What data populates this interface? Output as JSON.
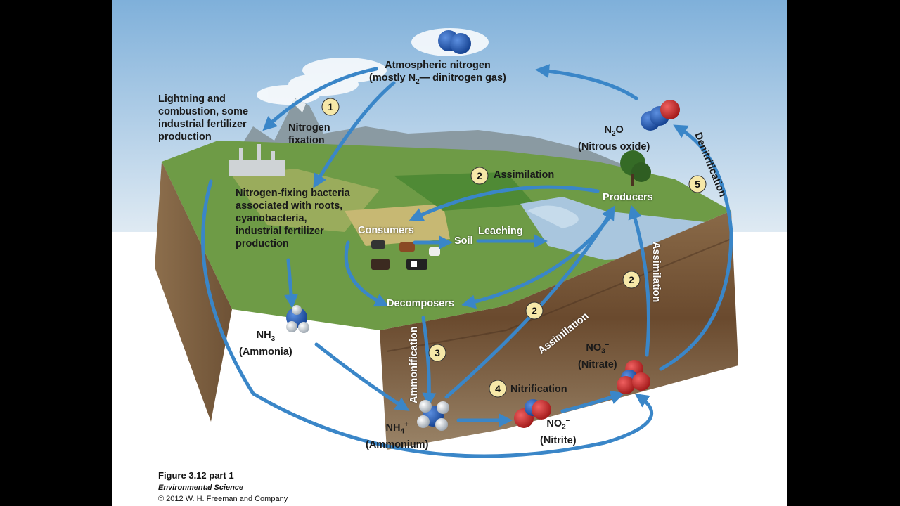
{
  "labels": {
    "atmospheric_line1": "Atmospheric nitrogen",
    "atmospheric_line2_pre": "(mostly N",
    "atmospheric_line2_sub": "2",
    "atmospheric_line2_post": "— dinitrogen gas)",
    "lightning": [
      "Lightning and",
      "combustion, some",
      "industrial fertilizer",
      "production"
    ],
    "nitrogen_fixation": [
      "Nitrogen",
      "fixation"
    ],
    "fixing_bacteria": [
      "Nitrogen-fixing bacteria",
      "associated with roots,",
      "cyanobacteria,",
      "industrial fertilizer",
      "production"
    ],
    "n2o_formula": "N",
    "n2o_sub": "2",
    "n2o_tail": "O",
    "n2o_name": "(Nitrous oxide)",
    "denitrification": "Denitrification",
    "assimilation_top": "Assimilation",
    "producers": "Producers",
    "consumers": "Consumers",
    "soil": "Soil",
    "leaching": "Leaching",
    "decomposers": "Decomposers",
    "assimilation_mid": "Assimilation",
    "assimilation_right": "Assimilation",
    "ammonification": "Ammonification",
    "nh3_formula": "NH",
    "nh3_sub": "3",
    "nh3_name": "(Ammonia)",
    "nh4_formula": "NH",
    "nh4_sub": "4",
    "nh4_sup": "+",
    "nh4_name": "(Ammonium)",
    "nitrification": "Nitrification",
    "no2_formula": "NO",
    "no2_sub": "2",
    "no2_sup": "–",
    "no2_name": "(Nitrite)",
    "no3_formula": "NO",
    "no3_sub": "3",
    "no3_sup": "–",
    "no3_name": "(Nitrate)"
  },
  "badges": [
    "1",
    "2",
    "2",
    "2",
    "3",
    "4",
    "5"
  ],
  "caption": {
    "figure": "Figure 3.12 part 1",
    "book": "Environmental Science",
    "copyright": "© 2012 W. H. Freeman and Company"
  },
  "colors": {
    "arrow": "#3a86c8",
    "badge_fill": "#f6e8a8",
    "nitrogen_atom": "#1f5bb5",
    "oxygen_atom": "#d02a2a",
    "hydrogen_atom": "#d8dde4",
    "sky": "#8fbadf",
    "grass": "#5f9a3a",
    "soil": "#7a5a3a",
    "water": "#a9c6de"
  }
}
